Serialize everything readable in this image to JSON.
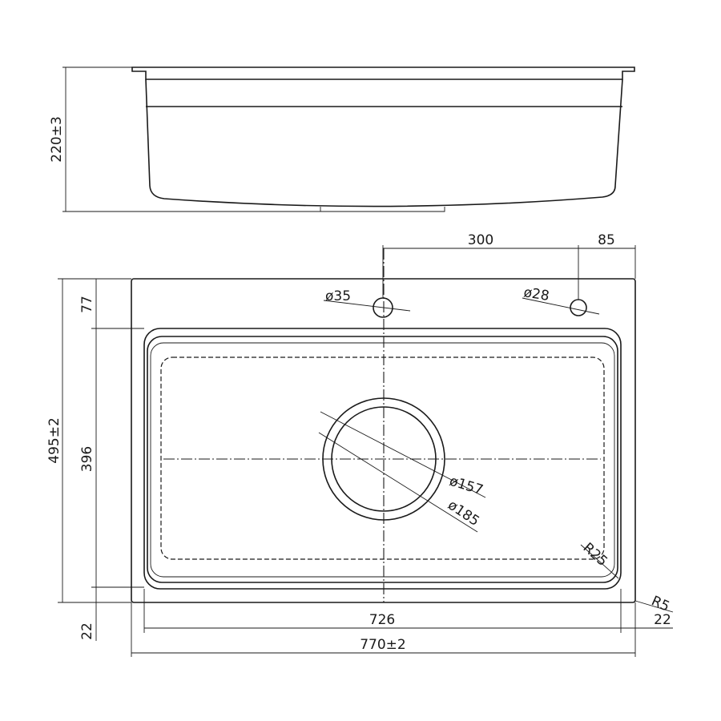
{
  "dimensions": {
    "depth": "220±3",
    "tap_hole_offset": "300",
    "tap_hole_edge": "85",
    "tap_hole_diameter": "ø35",
    "overflow_hole_diameter": "ø28",
    "top_margin": "77",
    "overall_width_depth": "495±2",
    "bowl_length": "396",
    "drain_inner": "ø157",
    "drain_outer": "ø185",
    "bowl_radius": "R25",
    "corner_radius": "R5",
    "bowl_width": "726",
    "bottom_margin": "22",
    "side_margin": "22",
    "overall_length": "770±2"
  }
}
